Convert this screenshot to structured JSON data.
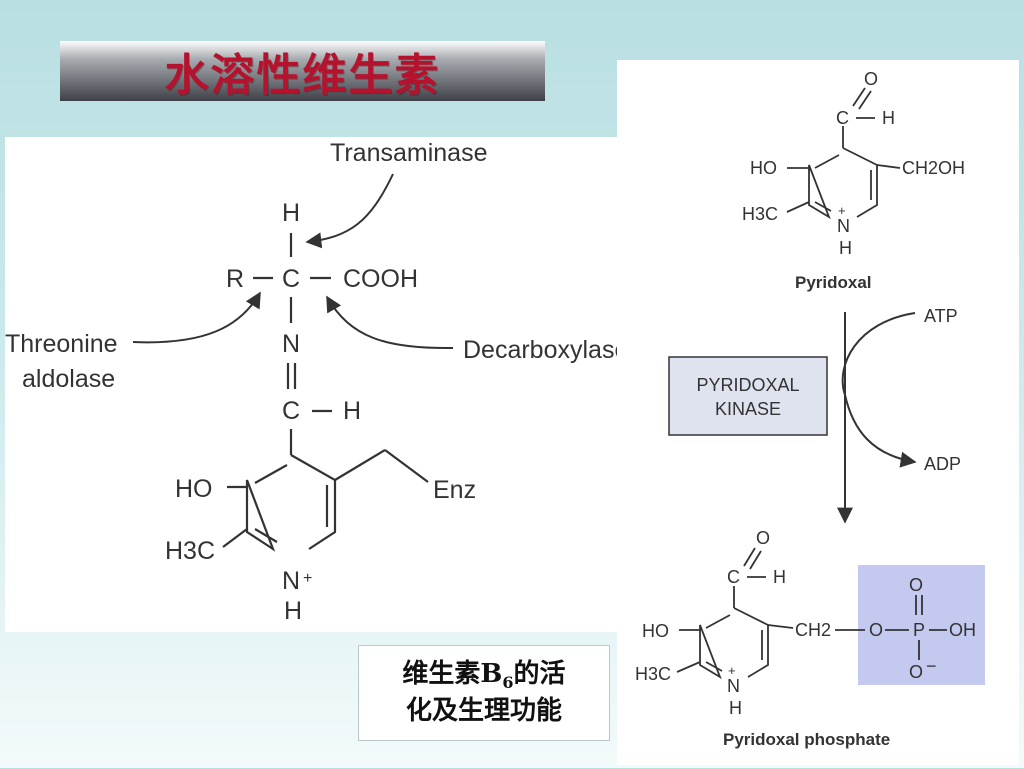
{
  "slide": {
    "title": "水溶性维生素",
    "caption_line1_pre": "维生素B",
    "caption_line1_sub": "6",
    "caption_line1_post": "的活",
    "caption_line2": "化及生理功能"
  },
  "left_diagram": {
    "enzymes": {
      "transaminase": "Transaminase",
      "threonine_line1": "Threonine",
      "threonine_line2": "aldolase",
      "decarboxylase": "Decarboxylase"
    },
    "atoms": {
      "h_top": "H",
      "r": "R",
      "c_alpha": "C",
      "cooh": "COOH",
      "n_imine": "N",
      "c_imine": "C",
      "h_imine": "H",
      "ho": "HO",
      "h3c": "H3C",
      "n_ring": "N",
      "n_charge": "+",
      "h_ring": "H",
      "enz": "Enz"
    }
  },
  "right_diagram": {
    "pyridoxal": {
      "o": "O",
      "c": "C",
      "h": "H",
      "ho": "HO",
      "ch2oh": "CH2OH",
      "h3c": "H3C",
      "n": "N",
      "n_charge": "+",
      "n_h": "H",
      "label": "Pyridoxal"
    },
    "kinase_line1": "PYRIDOXAL",
    "kinase_line2": "KINASE",
    "atp": "ATP",
    "adp": "ADP",
    "plp": {
      "o": "O",
      "c": "C",
      "h": "H",
      "ho": "HO",
      "ch2": "CH2",
      "ester_o": "O",
      "p": "P",
      "p_top_o": "O",
      "oh": "OH",
      "p_bottom_o": "O",
      "minus": "−",
      "h3c": "H3C",
      "n": "N",
      "n_charge": "+",
      "n_h": "H",
      "label": "Pyridoxal phosphate"
    }
  },
  "colors": {
    "title_text": "#b5122e",
    "kinase_box": "#dfe3ef",
    "phosphate_box": "#c4c9ef",
    "ink": "#333333"
  }
}
